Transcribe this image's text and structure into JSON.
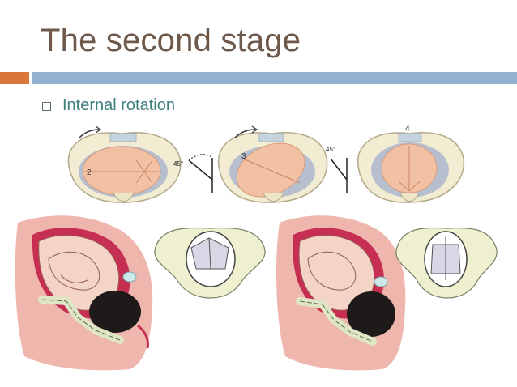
{
  "slide": {
    "title": "The second stage",
    "bullet": "Internal rotation"
  },
  "figure": {
    "angle_labels": [
      "45°",
      "45°"
    ],
    "step_numbers": [
      "2",
      "3",
      "4"
    ]
  },
  "colors": {
    "title": "#6d584a",
    "accent_orange": "#d9773b",
    "accent_blue": "#93b2d1",
    "bullet_text": "#3f7f7c"
  }
}
